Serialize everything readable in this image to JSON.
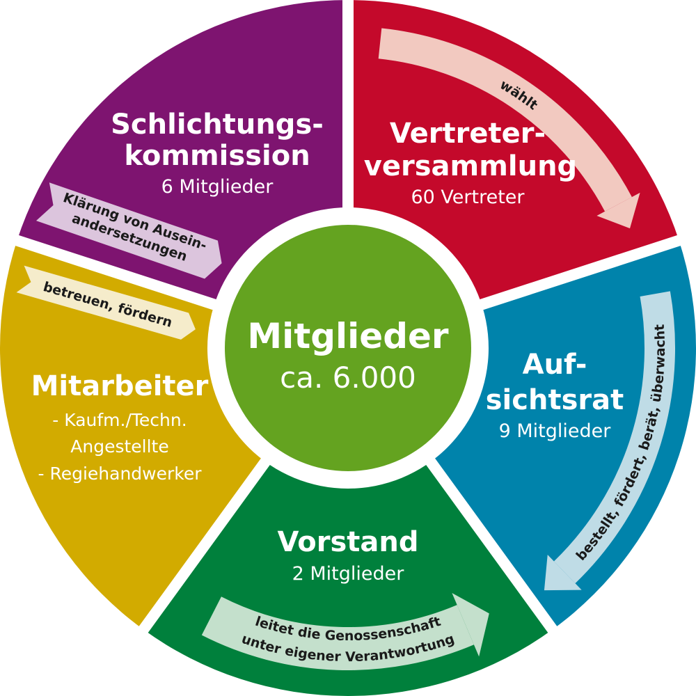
{
  "colors": {
    "purple": "#7e1470",
    "red": "#c4092b",
    "blue": "#0083ab",
    "green": "#00803c",
    "yellow": "#d2ab00",
    "center": "#64a320",
    "purple_band": "#dcc5dd",
    "red_band": "#f2c9c0",
    "blue_band": "#bfdce6",
    "green_band": "#c4e0cc",
    "yellow_band": "#f5eccb"
  },
  "center": {
    "title": "Mitglieder",
    "subtitle": "ca. 6.000"
  },
  "segments": {
    "schlichtung": {
      "title1": "Schlichtungs-",
      "title2": "kommission",
      "sub": "6 Mitglieder",
      "band1": "Klärung von Ausein-",
      "band2": "andersetzungen"
    },
    "vertreter": {
      "title1": "Vertreter-",
      "title2": "versammlung",
      "sub": "60 Vertreter",
      "band": "wählt"
    },
    "aufsichtsrat": {
      "title1": "Auf-",
      "title2": "sichtsrat",
      "sub": "9 Mitglieder",
      "band": "bestellt, fördert, berät, überwacht"
    },
    "vorstand": {
      "title": "Vorstand",
      "sub": "2 Mitglieder",
      "band1": "leitet die Genossenschaft",
      "band2": "unter eigener Verantwortung"
    },
    "mitarbeiter": {
      "title": "Mitarbeiter",
      "line1": "- Kaufm./Techn.",
      "line2": "Angestellte",
      "line3": "- Regiehandwerker",
      "band": "betreuen, fördern"
    }
  }
}
